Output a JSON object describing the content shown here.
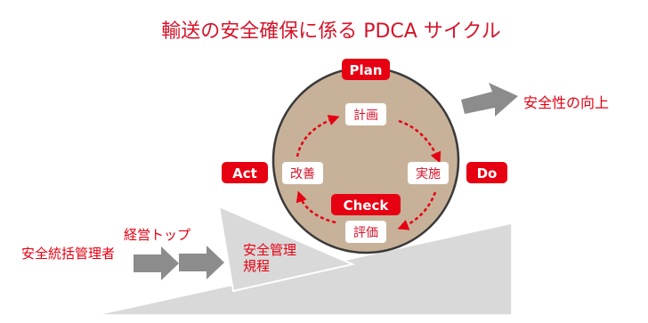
{
  "title": "輸送の安全確保に係る PDCA サイクル",
  "result": "安全性の向上",
  "cycle": {
    "plan_badge": "Plan",
    "do_badge": "Do",
    "check_badge": "Check",
    "act_badge": "Act",
    "plan_step": "計画",
    "do_step": "実施",
    "check_step": "評価",
    "act_step": "改善"
  },
  "actors": {
    "top_management": "経営トップ",
    "safety_manager": "安全統括管理者"
  },
  "rules": {
    "line1": "安全管理",
    "line2": "規程"
  },
  "colors": {
    "accent_red": "#e60012",
    "cycle_fill": "#c7b299",
    "slope_fill": "#d9d9d9",
    "arrow_gray": "#8c8c8c"
  }
}
